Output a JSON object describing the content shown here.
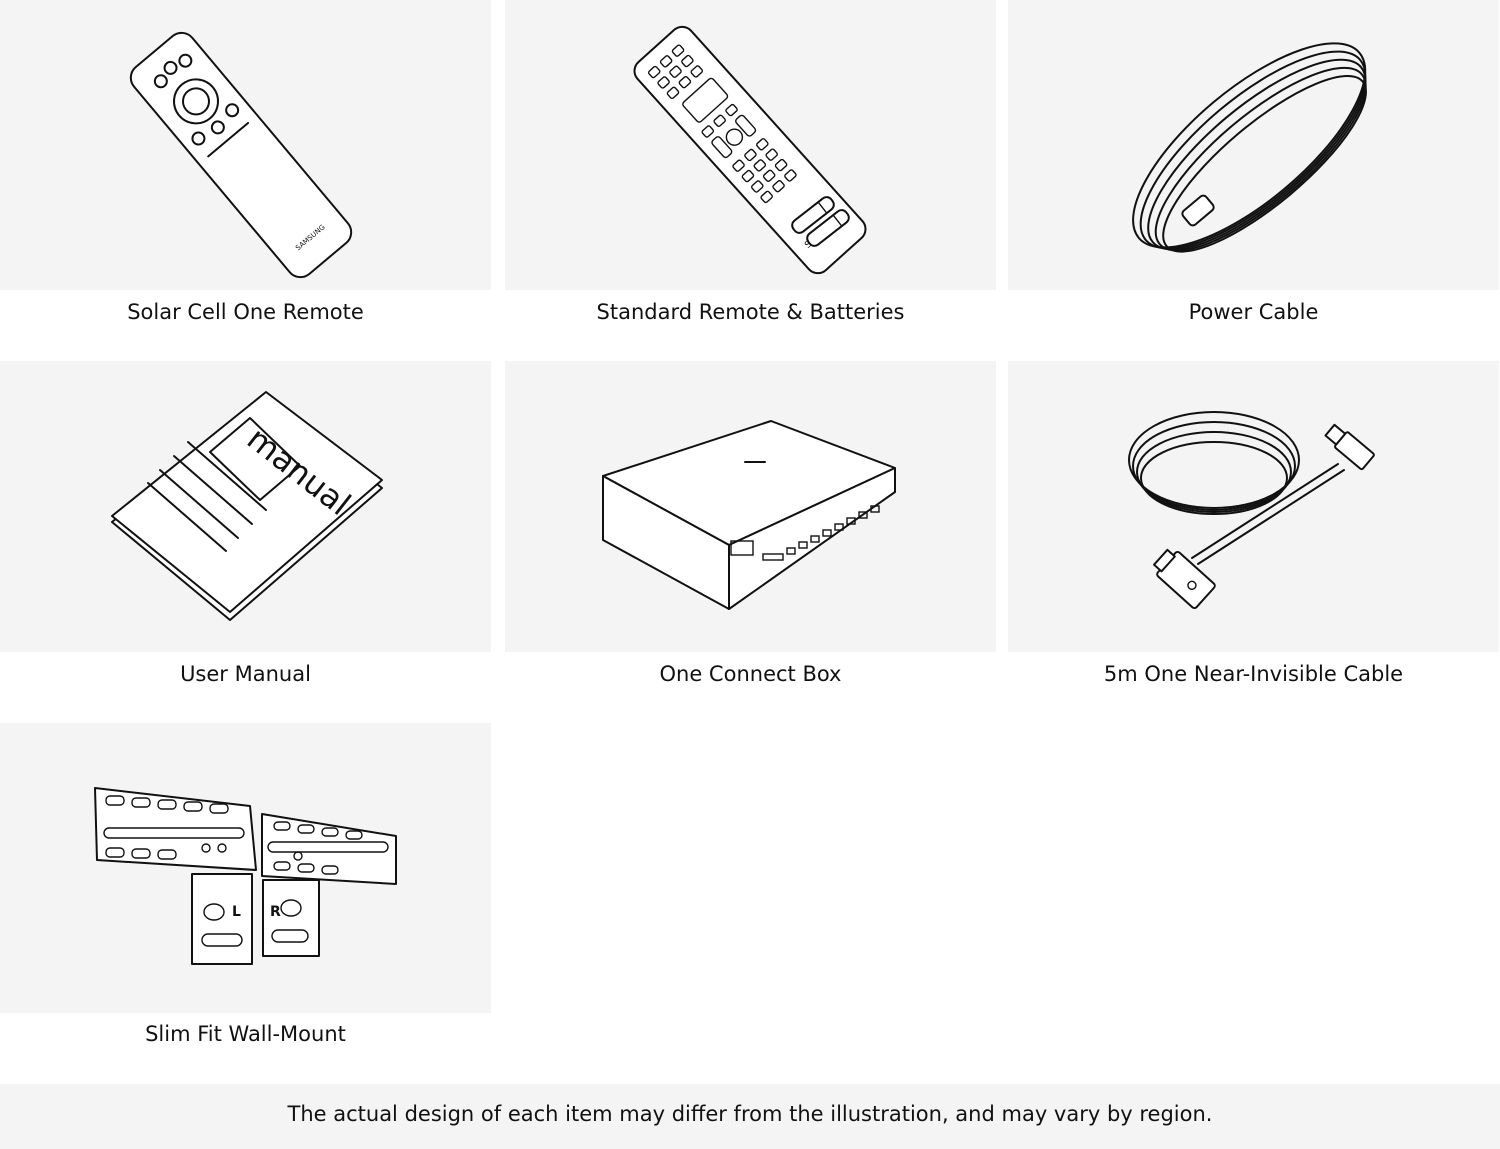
{
  "items": [
    {
      "label": "Solar Cell One Remote",
      "icon": "solar-remote-icon"
    },
    {
      "label": "Standard Remote & Batteries",
      "icon": "standard-remote-icon"
    },
    {
      "label": "Power Cable",
      "icon": "power-cable-icon"
    },
    {
      "label": "User Manual",
      "icon": "user-manual-icon",
      "cover_text": "manual"
    },
    {
      "label": "One Connect Box",
      "icon": "one-connect-box-icon"
    },
    {
      "label": "5m One Near-Invisible Cable",
      "icon": "near-invisible-cable-icon"
    },
    {
      "label": "Slim Fit Wall-Mount",
      "icon": "wall-mount-icon",
      "left_mark": "L",
      "right_mark": "R"
    }
  ],
  "brand_text": "SAMSUNG",
  "footer": {
    "text": "The actual design of each item may differ from the illustration, and may vary by region."
  },
  "colors": {
    "tile_bg": "#f4f4f4",
    "line": "#111111"
  }
}
